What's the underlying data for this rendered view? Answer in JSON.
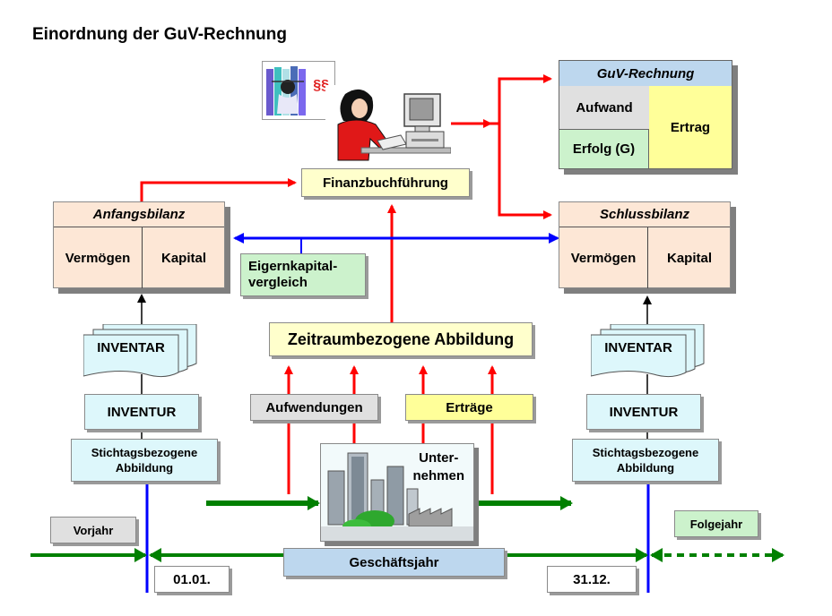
{
  "page_title": "Einordnung der GuV-Rechnung",
  "guv": {
    "title": "GuV-Rechnung",
    "aufwand": "Aufwand",
    "ertrag": "Ertrag",
    "erfolg": "Erfolg (G)"
  },
  "anfangsbilanz": {
    "title": "Anfangsbilanz",
    "left": "Vermögen",
    "right": "Kapital"
  },
  "schlussbilanz": {
    "title": "Schlussbilanz",
    "left": "Vermögen",
    "right": "Kapital"
  },
  "finanzbuchfuehrung": "Finanzbuchführung",
  "eigenkapitalvergleich": [
    "Eigernkapital-",
    "vergleich"
  ],
  "zeitraumbezogene_abbildung": "Zeitraumbezogene Abbildung",
  "aufwendungen": "Aufwendungen",
  "ertraege": "Erträge",
  "unternehmen": [
    "Unter-",
    "nehmen"
  ],
  "inventar_left": "INVENTAR",
  "inventar_right": "INVENTAR",
  "inventur_left": "INVENTUR",
  "inventur_right": "INVENTUR",
  "stichtag_left": [
    "Stichtagsbezogene",
    "Abbildung"
  ],
  "stichtag_right": [
    "Stichtagsbezogene",
    "Abbildung"
  ],
  "vorjahr": "Vorjahr",
  "folgejahr": "Folgejahr",
  "geschaeftsjahr": "Geschäftsjahr",
  "date_start": "01.01.",
  "date_end": "31.12.",
  "paragraph_symbol": "§§",
  "colors": {
    "red_arrow": "#ff0000",
    "blue_arrow": "#0000ff",
    "green_arrow": "#008000",
    "bilanz_fill": "#fde7d6",
    "cyan_fill": "#ddf7fb",
    "yellow_fill": "#ffff99",
    "light_yellow_fill": "#ffffcc",
    "green_fill": "#ccf2cc",
    "grey_fill": "#e0e0e0",
    "blue_fill": "#bdd7ee"
  }
}
